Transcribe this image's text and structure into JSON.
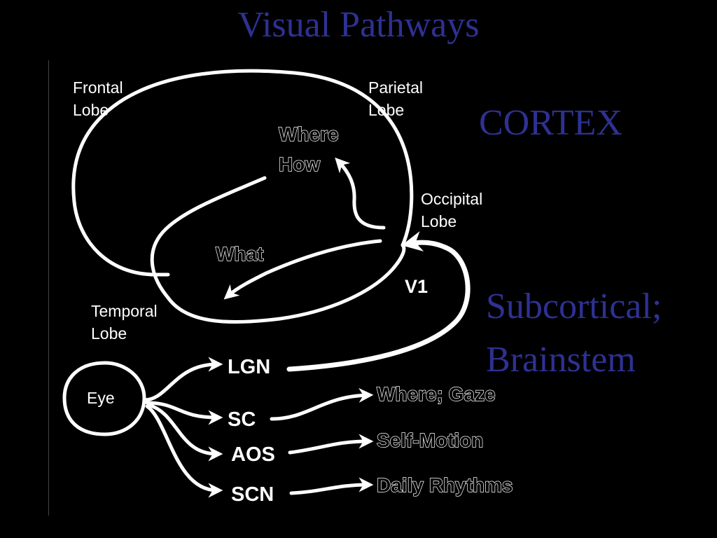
{
  "title": "Visual Pathways",
  "headings": {
    "cortex": "CORTEX",
    "subcortical_line1": "Subcortical;",
    "subcortical_line2": "Brainstem"
  },
  "lobes": {
    "frontal": [
      "Frontal",
      "Lobe"
    ],
    "parietal": [
      "Parietal",
      "Lobe"
    ],
    "occipital": [
      "Occipital",
      "Lobe"
    ],
    "temporal": [
      "Temporal",
      "Lobe"
    ]
  },
  "streams": {
    "where": "Where",
    "how": "How",
    "what": "What"
  },
  "nodes": {
    "v1": "V1",
    "eye": "Eye",
    "lgn": "LGN",
    "sc": "SC",
    "aos": "AOS",
    "scn": "SCN"
  },
  "functions": {
    "sc": "Where; Gaze",
    "aos": "Self-Motion",
    "scn": "Daily Rhythms"
  },
  "colors": {
    "background": "#000000",
    "heading": "#2e3192",
    "lines": "#ffffff"
  }
}
